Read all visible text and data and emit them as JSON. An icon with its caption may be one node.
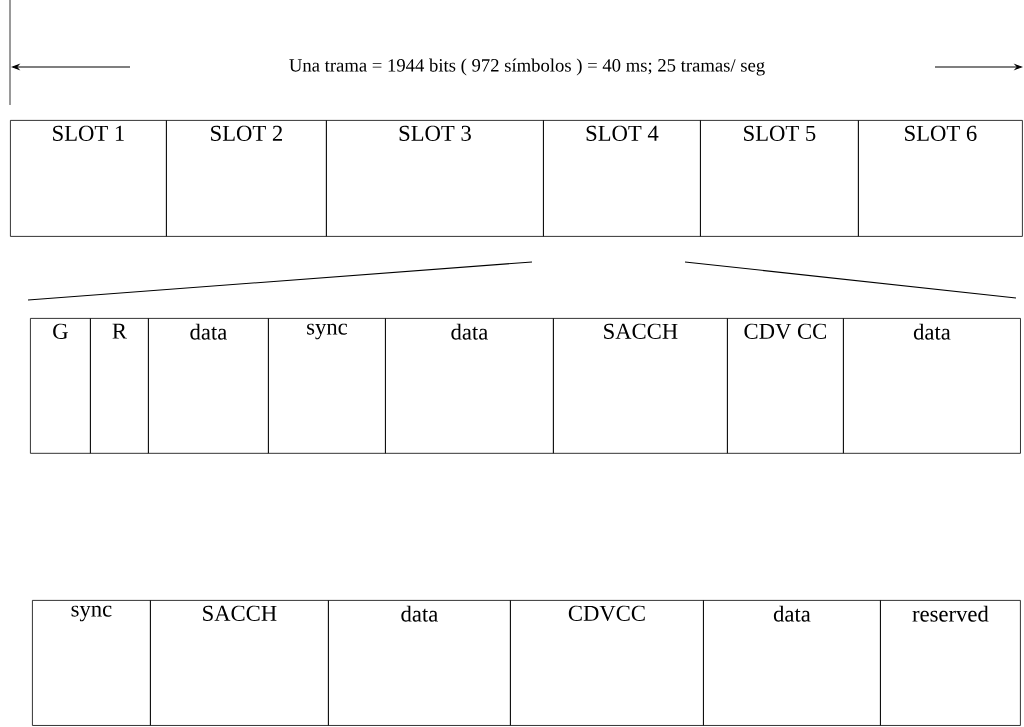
{
  "diagram": {
    "nodes": [
      {
        "text": [
          "SLOT 1"
        ]
      },
      {
        "text": [
          "SLOT 2"
        ]
      },
      {
        "text": [
          "SLOT 3"
        ]
      },
      {
        "text": [
          "SLOT 4"
        ]
      },
      {
        "text": [
          "SLOT 5"
        ]
      },
      {
        "text": [
          "SLOT 6"
        ]
      },
      {
        "text": [
          "G"
        ]
      },
      {
        "text": [
          "R"
        ]
      },
      {
        "text": [
          "data"
        ]
      },
      {
        "text": [
          "sync"
        ]
      },
      {
        "text": [
          "data"
        ]
      },
      {
        "text": [
          "SACCH"
        ]
      },
      {
        "text": [
          "CDV CC"
        ]
      },
      {
        "text": [
          "data"
        ]
      },
      {
        "text": [
          "sync"
        ]
      },
      {
        "text": [
          "SACCH"
        ]
      },
      {
        "text": [
          "data"
        ]
      },
      {
        "text": [
          "CDVCC"
        ]
      },
      {
        "text": [
          "data"
        ]
      },
      {
        "text": [
          "reserved"
        ]
      }
    ],
    "labels": [
      "Una trama = 1944 bits ( 972 símbolos ) = 40 ms;   25 tramas/ seg"
    ]
  }
}
